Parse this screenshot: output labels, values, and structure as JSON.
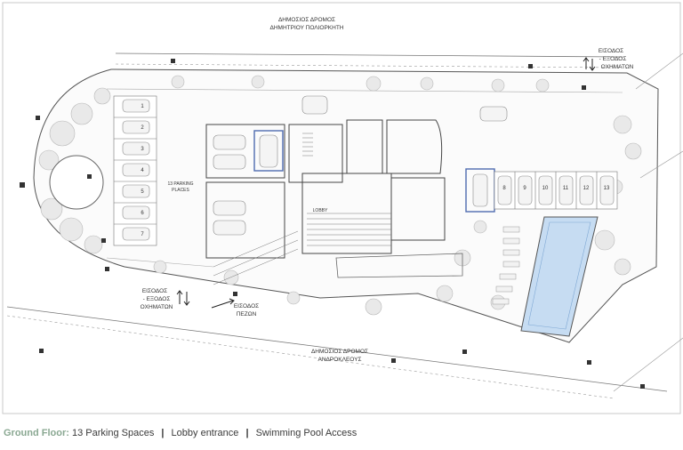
{
  "plan": {
    "top_road": {
      "line1": "ΔΗΜΟΣΙΟΣ ΔΡΟΜΟΣ",
      "line2": "ΔΗΜΗΤΡΙΟΥ ΠΟΛΙΟΡΚΗΤΗ"
    },
    "bottom_road": {
      "line1": "ΔΗΜΟΣΙΟΣ ΔΡΟΜΟΣ",
      "line2": "ΑΝΔΡΟΚΛΕΟΥΣ"
    },
    "entry_right": {
      "line1": "ΕΙΣΟΔΟΣ",
      "line2": "- ΕΞΟΔΟΣ",
      "line3": "ΟΧΗΜΑΤΩΝ"
    },
    "entry_left": {
      "line1": "ΕΙΣΟΔΟΣ",
      "line2": "- ΕΞΟΔΟΣ",
      "line3": "ΟΧΗΜΑΤΩΝ"
    },
    "pedestrian": {
      "line1": "ΕΙΣΟΔΟΣ",
      "line2": "ΠΕΖΩΝ"
    },
    "parking_label": {
      "line1": "13 PARKING",
      "line2": "PLACES"
    },
    "lobby_label": "LOBBY",
    "parking_numbers": [
      "1",
      "2",
      "3",
      "4",
      "5",
      "6",
      "7",
      "8",
      "9",
      "10",
      "11",
      "12",
      "13"
    ]
  },
  "caption": {
    "heading": "Ground Floor:",
    "item1": "13 Parking Spaces",
    "item2": "Lobby entrance",
    "item3": "Swimming Pool Access",
    "separator": "|"
  }
}
